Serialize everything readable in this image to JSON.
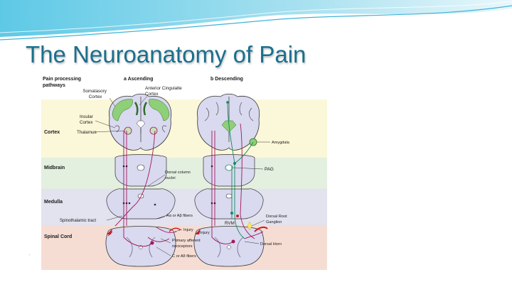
{
  "slide": {
    "title": "The Neuroanatomy of Pain"
  },
  "figure": {
    "header_left": [
      "Pain processing",
      "pathways"
    ],
    "panel_a": "a  Ascending",
    "panel_b": "b  Descending",
    "levels": {
      "cortex": "Cortex",
      "midbrain": "Midbrain",
      "medulla": "Medulla",
      "spinal_cord": "Spinal Cord"
    },
    "labels": {
      "somatosensory": [
        "Somatasory",
        "Cortex"
      ],
      "anterior_cingulate": [
        "Anterior Cingulalte",
        "Cortex"
      ],
      "insular": [
        "Insular",
        "Cortex"
      ],
      "thalamus": "Thalamus",
      "amygdala": "Amygdala",
      "pag": "PAG",
      "dorsal_column": [
        "Dorsal column",
        "nuclei"
      ],
      "spinothalamic": "Spinothalamic tract",
      "a_fibers": "Aα or Aβ fibers",
      "rvm": "RVM",
      "drg": [
        "Dorsal Root",
        "Ganglion"
      ],
      "injury_a": "Injury",
      "injury_b": "Injury",
      "primary_afferent": [
        "Primary afferent",
        "nociceptors"
      ],
      "c_fibers": "C or Aδ fibers",
      "dorsal_horn": "Dorsal Horn"
    },
    "colors": {
      "cortex_band": "#fbf7d9",
      "midbrain_band": "#e3efdf",
      "medulla_band": "#e3e2ef",
      "spinal_band": "#f6ddd3",
      "tissue": "#d9d9ef",
      "gyri_green": "#8fcf78",
      "ascending": "#a2165e",
      "descending": "#138a5c"
    }
  }
}
